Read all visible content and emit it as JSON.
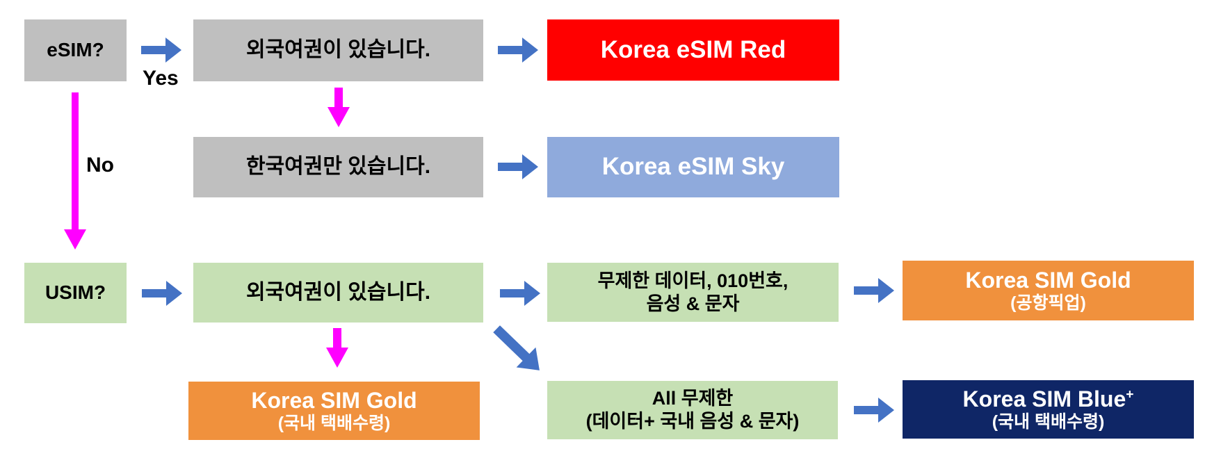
{
  "diagram_title": "Korea eSIM / USIM product decision flowchart",
  "nodes": {
    "esim_q": {
      "text": "eSIM?"
    },
    "foreign_passport_esim": {
      "text": "외국여권이 있습니다."
    },
    "korea_esim_red": {
      "text": "Korea eSIM Red"
    },
    "korean_passport_only": {
      "text": "한국여권만 있습니다."
    },
    "korea_esim_sky": {
      "text": "Korea eSIM Sky"
    },
    "usim_q": {
      "text": "USIM?"
    },
    "foreign_passport_usim": {
      "text": "외국여권이 있습니다."
    },
    "unlimited_data": {
      "line1": "무제한 데이터, 010번호,",
      "line2": "음성 & 문자"
    },
    "sim_gold_airport": {
      "title": "Korea SIM Gold",
      "subtitle": "(공항픽업)"
    },
    "sim_gold_delivery": {
      "title": "Korea SIM Gold",
      "subtitle": "(국내 택배수령)"
    },
    "all_unlimited": {
      "line1": "All 무제한",
      "line2": "(데이터+ 국내 음성 & 문자)"
    },
    "sim_blue_delivery": {
      "title": "Korea SIM Blue",
      "title_sup": "+",
      "subtitle": "(국내 택배수령)"
    }
  },
  "labels": {
    "yes": "Yes",
    "no": "No"
  },
  "colors": {
    "gray": "#BFBFBF",
    "green": "#C6E0B4",
    "red": "#FF0000",
    "sky": "#8FAADC",
    "orange": "#F0913D",
    "navy": "#0F2666",
    "arrow_blue": "#4472C4",
    "magenta": "#FF00FF"
  }
}
